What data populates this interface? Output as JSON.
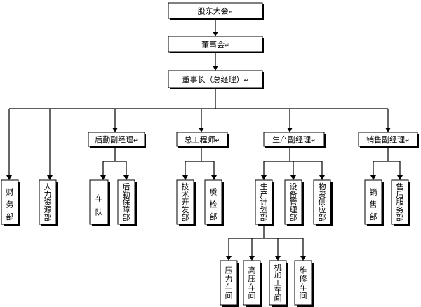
{
  "org_chart": {
    "shareholders_meeting": "股东大会",
    "board": "董事会",
    "chairman": "董事长（总经理）",
    "vp_logistics": "后勤副经理",
    "chief_engineer": "总工程师",
    "vp_production": "生产副经理",
    "vp_sales": "销售副经理",
    "finance": "财务部",
    "hr": "人力资源部",
    "fleet": "车队",
    "logistics_support": "后勤保障部",
    "tech_dev": "技术开发部",
    "quality": "质检部",
    "production_planning": "生产计划部",
    "equipment_mgmt": "设备管理部",
    "materials_supply": "物资供应部",
    "sales_dept": "销售部",
    "after_sales": "售后服务部",
    "press_workshop": "压力车间",
    "hv_workshop": "高压车间",
    "machining_workshop": "机加工车间",
    "maintenance_workshop": "维修车间"
  },
  "paragraph_mark": "↵"
}
